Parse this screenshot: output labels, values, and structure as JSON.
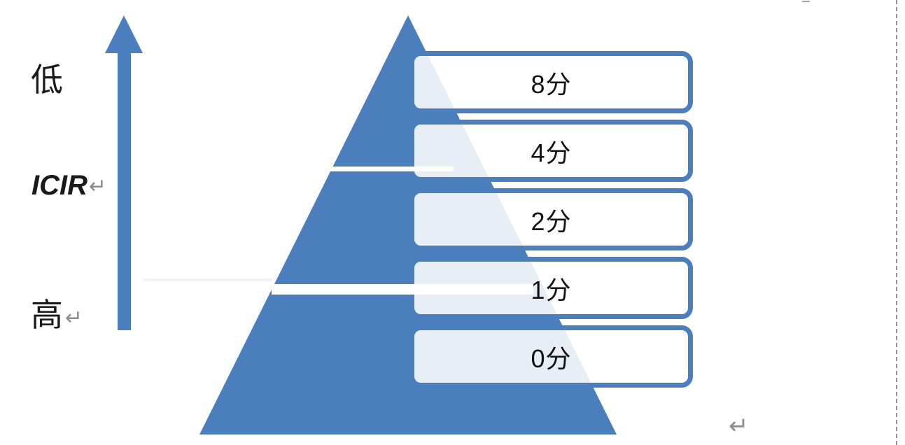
{
  "axis": {
    "low_label": "低",
    "metric_label": "ICIR",
    "high_label": "高"
  },
  "pyramid": {
    "levels": [
      {
        "score": "8分"
      },
      {
        "score": "4分"
      },
      {
        "score": "2分"
      },
      {
        "score": "1分"
      },
      {
        "score": "0分"
      }
    ]
  },
  "icons": {
    "return_mark": "↵"
  },
  "colors": {
    "accent_blue": "#4b7ebc",
    "box_fill_tint": "#e8eef7",
    "text_black": "#1a1a1a",
    "mark_gray": "#8c8c8c",
    "page_border_gray": "#949494"
  }
}
